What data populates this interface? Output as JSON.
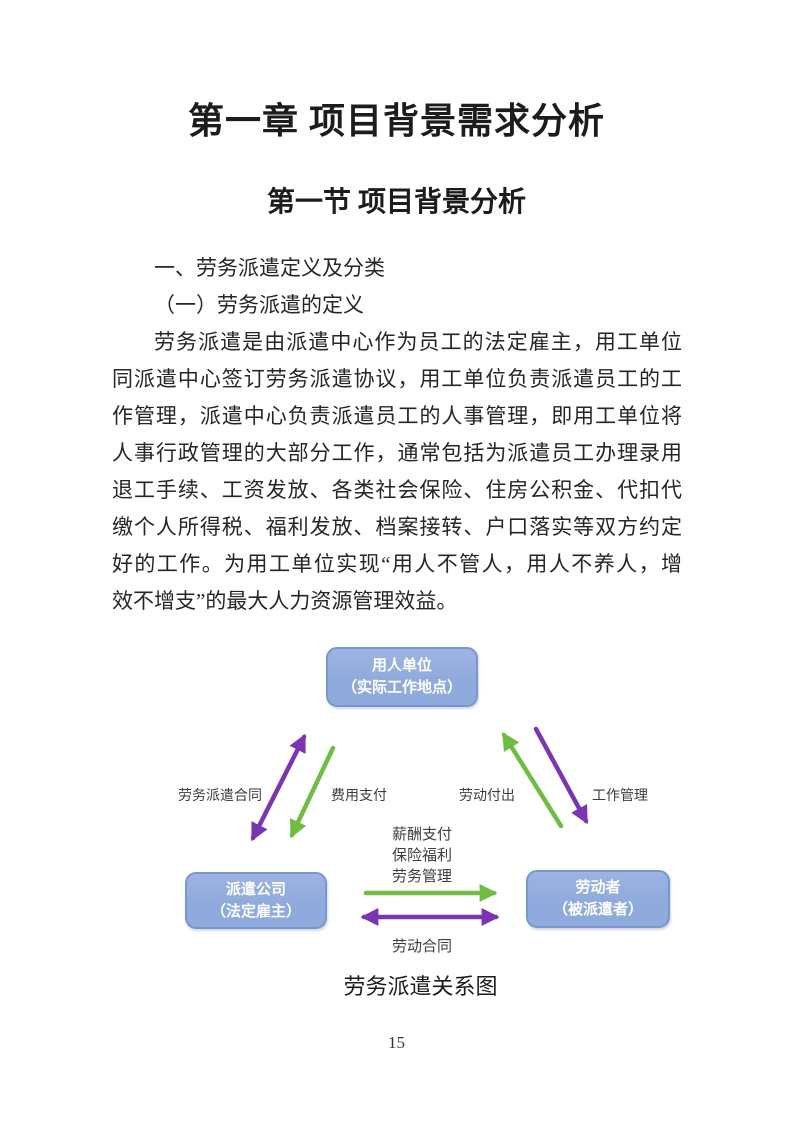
{
  "document": {
    "chapter_title": "第一章 项目背景需求分析",
    "section_title": "第一节 项目背景分析",
    "heading_level1": "一、劳务派遣定义及分类",
    "heading_level2": "（一）劳务派遣的定义",
    "paragraph_lines": [
      "劳务派遣是由派遣中心作为员工的法定雇主，用工单位",
      "同派遣中心签订劳务派遣协议，用工单位负责派遣员工的工",
      "作管理，派遣中心负责派遣员工的人事管理，即用工单位将",
      "人事行政管理的大部分工作，通常包括为派遣员工办理录用",
      "退工手续、工资发放、各类社会保险、住房公积金、代扣代",
      "缴个人所得税、福利发放、档案接转、户口落实等双方约定",
      "好的工作。为用工单位实现“用人不管人，用人不养人，增",
      "效不增支”的最大人力资源管理效益。"
    ],
    "page_number": "15"
  },
  "diagram": {
    "caption": "劳务派遣关系图",
    "nodes": {
      "employer": {
        "title": "用人单位",
        "subtitle": "（实际工作地点）"
      },
      "dispatch_company": {
        "title": "派遣公司",
        "subtitle": "（法定雇主）"
      },
      "worker": {
        "title": "劳动者",
        "subtitle": "（被派遣者）"
      }
    },
    "edge_labels": {
      "dispatch_contract": "劳务派遣合同",
      "fee_payment": "费用支付",
      "labor_output": "劳动付出",
      "work_management": "工作管理",
      "services": [
        "薪酬支付",
        "保险福利",
        "劳务管理"
      ],
      "labor_contract": "劳动合同"
    },
    "colors": {
      "node_fill": "#8faadc",
      "node_border": "#7a96ce",
      "purple": "#7c35b2",
      "green": "#70bd44"
    }
  }
}
